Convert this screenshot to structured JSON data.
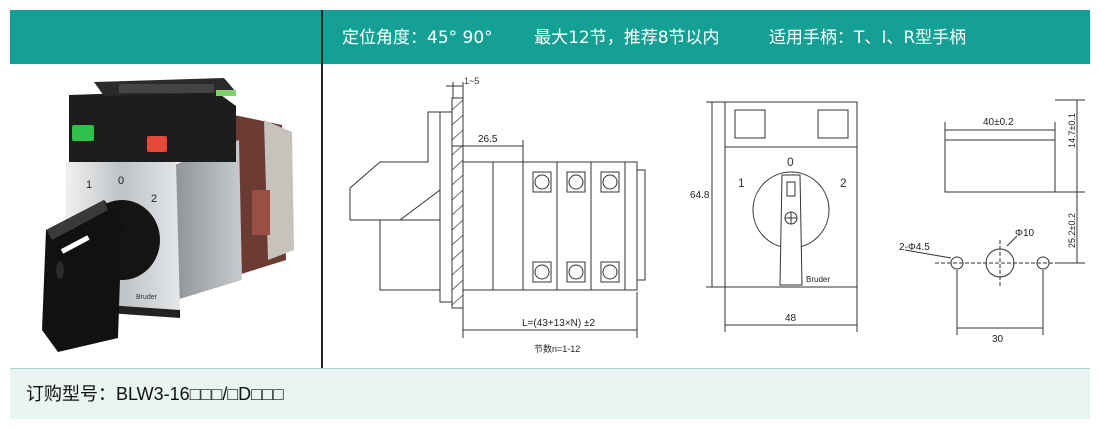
{
  "header": {
    "spec_angle": "定位角度：45° 90°",
    "spec_sections": "最大12节，推荐8节以内",
    "spec_handle": "适用手柄：T、I、R型手柄"
  },
  "product": {
    "front_labels": [
      "1",
      "0",
      "2"
    ],
    "brand": "Bruder"
  },
  "side_drawing": {
    "dim_gap": "1~5",
    "dim_depth": "26.5",
    "dim_length": "L=(43+13×N) ±2",
    "dim_sections": "节数n=1-12"
  },
  "front_drawing": {
    "dim_height": "64.8",
    "dim_width": "48",
    "positions": [
      "1",
      "0",
      "2"
    ],
    "brand": "Bruder"
  },
  "cutout_drawing": {
    "dim_width": "40±0.2",
    "dim_top": "14.7±0.1",
    "dim_offset": "25.2±0.2",
    "dim_center_hole": "Φ10",
    "dim_side_holes": "2-Φ4.5",
    "dim_spacing": "30"
  },
  "footer": {
    "order_label": "订购型号：",
    "order_code": "BLW3-16□□□/□D□□□"
  },
  "colors": {
    "band": "#14a095",
    "footer_bg": "#e9f5f2",
    "lamp_green": "#2ec24a",
    "lamp_red": "#e8483a"
  }
}
